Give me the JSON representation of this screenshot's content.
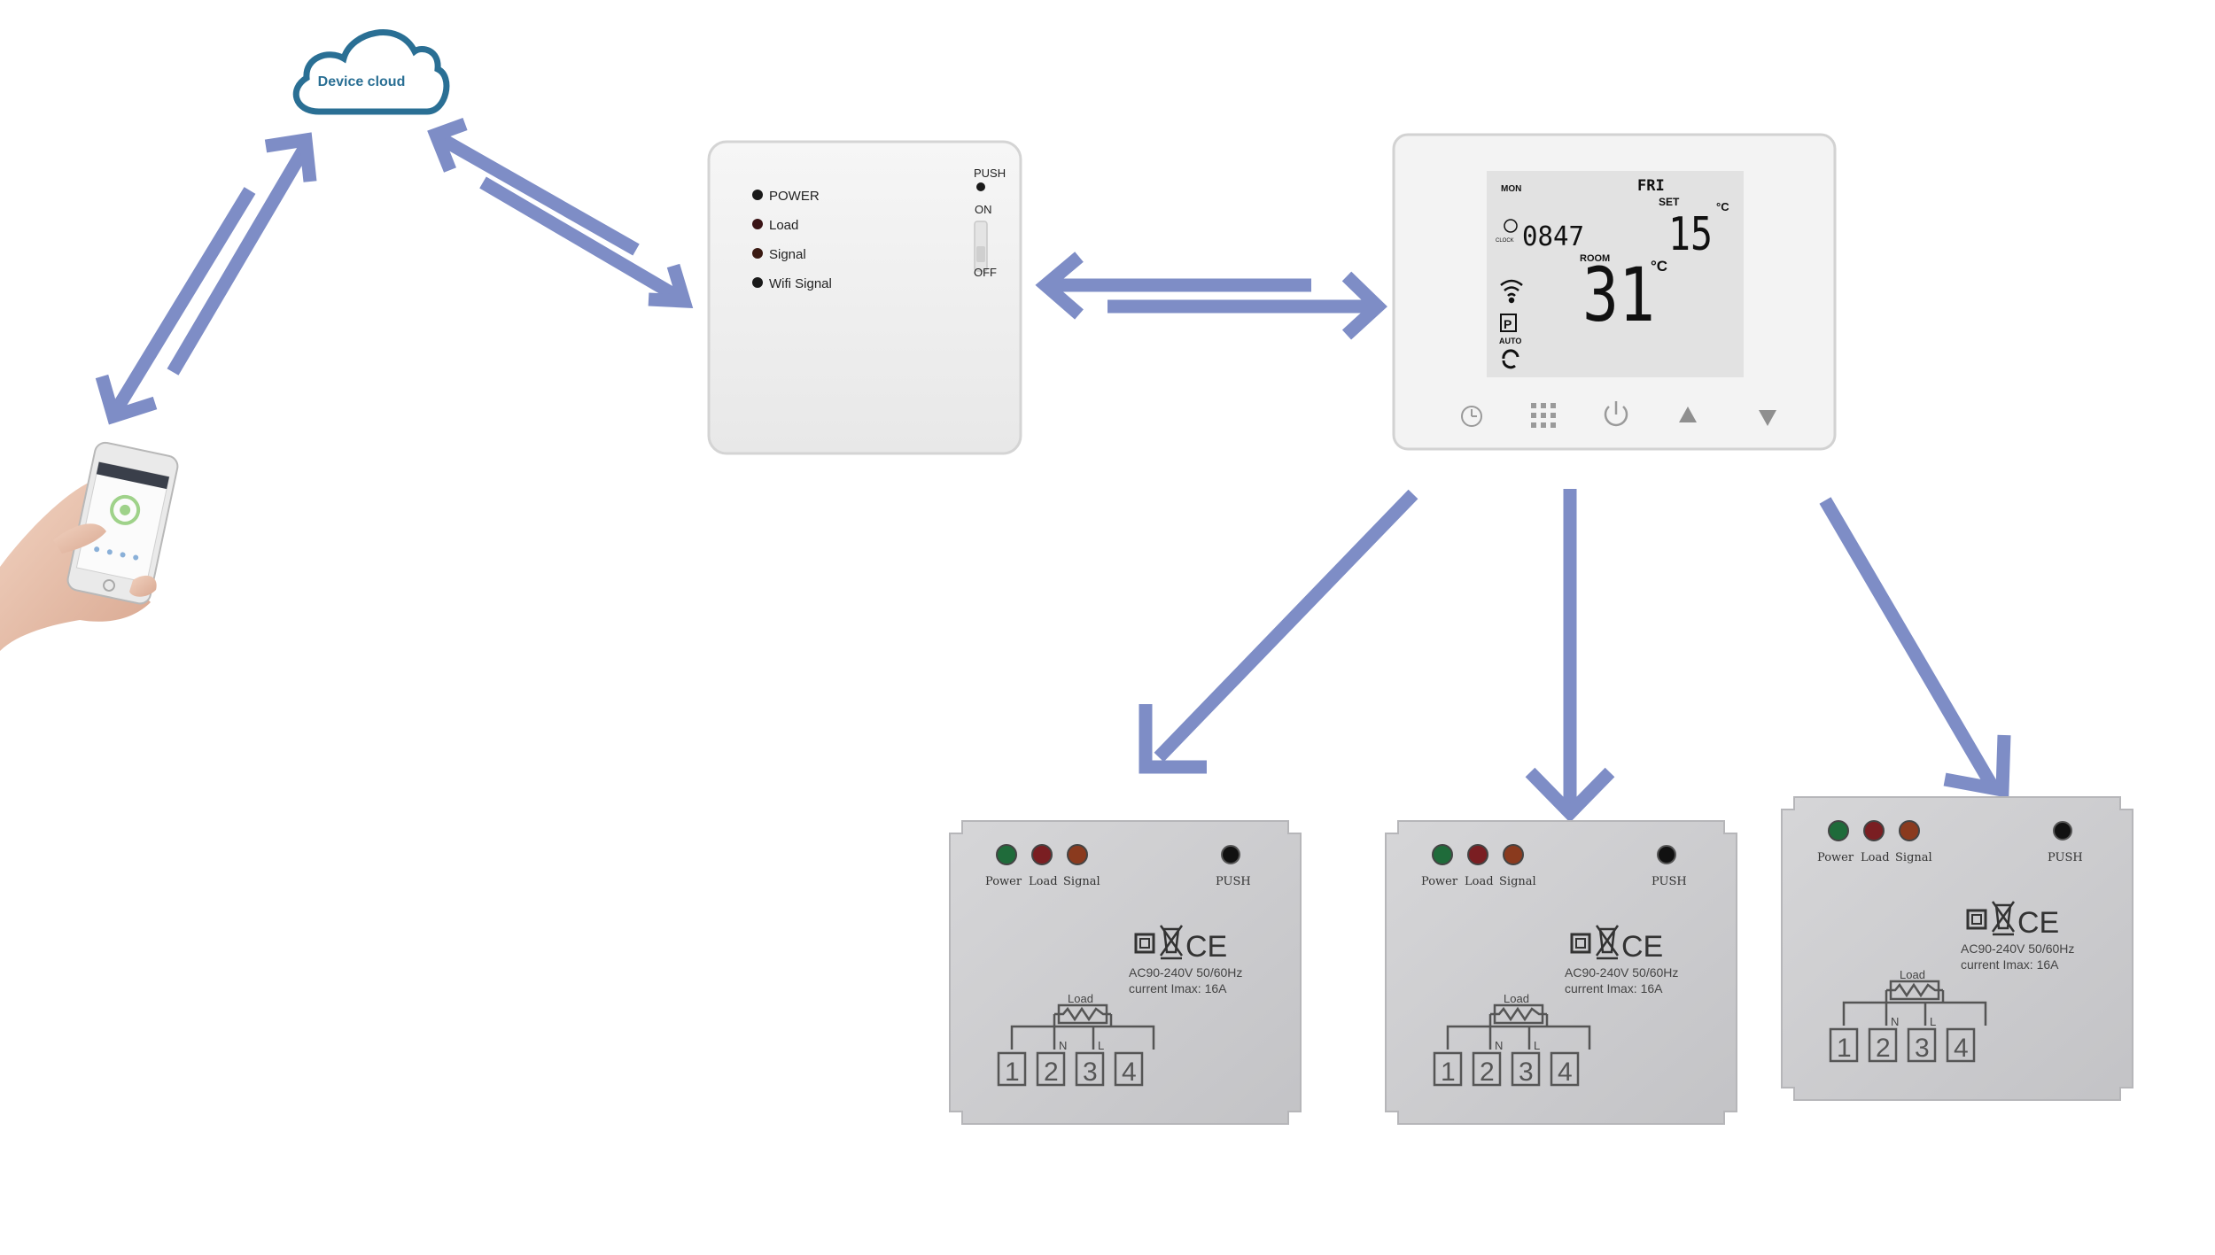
{
  "cloud": {
    "label": "Device cloud"
  },
  "gateway": {
    "leds": [
      "POWER",
      "Load",
      "Signal",
      "Wifi Signal"
    ],
    "switch": {
      "push": "PUSH",
      "on": "ON",
      "off": "OFF"
    }
  },
  "thermostat": {
    "day_small": "MON",
    "day": "FRI",
    "set_label": "SET",
    "set_temp": "15",
    "clock_label": "CLOCK",
    "time": "0847",
    "room_label": "ROOM",
    "room_temp": "31",
    "unit": "°C",
    "p_label": "P",
    "auto_label": "AUTO",
    "buttons": [
      "clock-icon",
      "menu-grid-icon",
      "power-icon",
      "up-arrow-icon",
      "down-arrow-icon"
    ]
  },
  "receivers": [
    {
      "leds": [
        "Power",
        "Load",
        "Signal"
      ],
      "push": "PUSH",
      "spec1": "AC90-240V 50/60Hz",
      "spec2": "current Imax: 16A",
      "load": "Load",
      "terminals": [
        "1",
        "2",
        "3",
        "4"
      ],
      "n": "N",
      "l": "L",
      "ce": "CE"
    },
    {
      "leds": [
        "Power",
        "Load",
        "Signal"
      ],
      "push": "PUSH",
      "spec1": "AC90-240V 50/60Hz",
      "spec2": "current Imax: 16A",
      "load": "Load",
      "terminals": [
        "1",
        "2",
        "3",
        "4"
      ],
      "n": "N",
      "l": "L",
      "ce": "CE"
    },
    {
      "leds": [
        "Power",
        "Load",
        "Signal"
      ],
      "push": "PUSH",
      "spec1": "AC90-240V 50/60Hz",
      "spec2": "current Imax: 16A",
      "load": "Load",
      "terminals": [
        "1",
        "2",
        "3",
        "4"
      ],
      "n": "N",
      "l": "L",
      "ce": "CE"
    }
  ],
  "colors": {
    "arrow": "#7e8dc6",
    "cloud_stroke": "#2a6f94",
    "led_green": "#1f6b3a",
    "led_red": "#7a1e22",
    "led_orange": "#8a3a1e",
    "device_white": "#f1f1f1",
    "lcd_bg": "#e2e2e2",
    "receiver_grey": "#cfcfd1"
  }
}
